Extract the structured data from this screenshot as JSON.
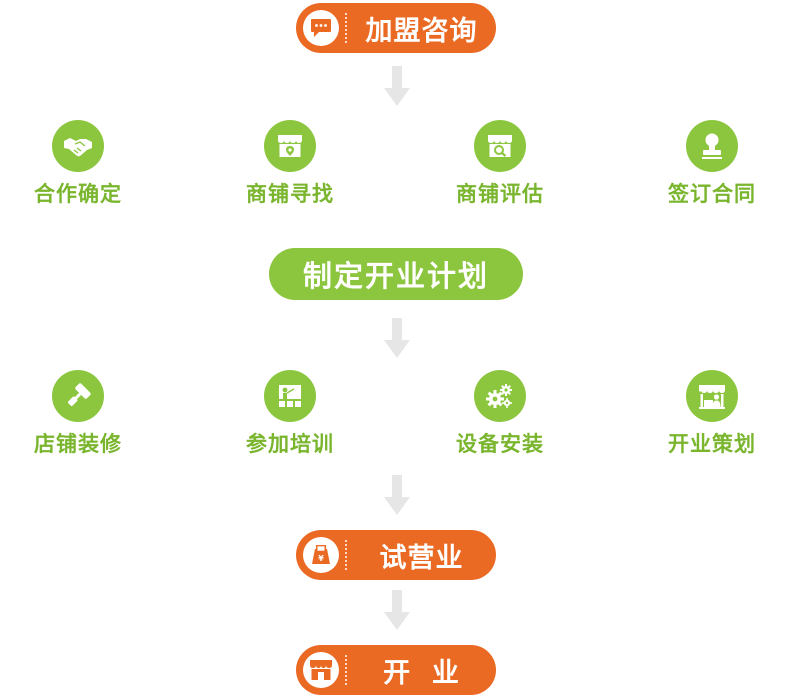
{
  "colors": {
    "orange": "#ea6a23",
    "green": "#8cc63f",
    "arrow": "#e6e6e6",
    "text_green": "#7ab52e"
  },
  "top_step": {
    "label": "加盟咨询",
    "icon": "chat-bubble-icon"
  },
  "row1": [
    {
      "label": "合作确定",
      "icon": "handshake-icon"
    },
    {
      "label": "商铺寻找",
      "icon": "shop-location-icon"
    },
    {
      "label": "商铺评估",
      "icon": "shop-search-icon"
    },
    {
      "label": "签订合同",
      "icon": "stamp-icon"
    }
  ],
  "middle_step": {
    "label": "制定开业计划"
  },
  "row2": [
    {
      "label": "店铺装修",
      "icon": "paint-roller-icon"
    },
    {
      "label": "参加培训",
      "icon": "training-board-icon"
    },
    {
      "label": "设备安装",
      "icon": "gears-icon"
    },
    {
      "label": "开业策划",
      "icon": "storefront-person-icon"
    }
  ],
  "trial_step": {
    "label": "试营业",
    "icon": "register-icon"
  },
  "open_step": {
    "label": "开  业",
    "icon": "storefront-icon"
  }
}
